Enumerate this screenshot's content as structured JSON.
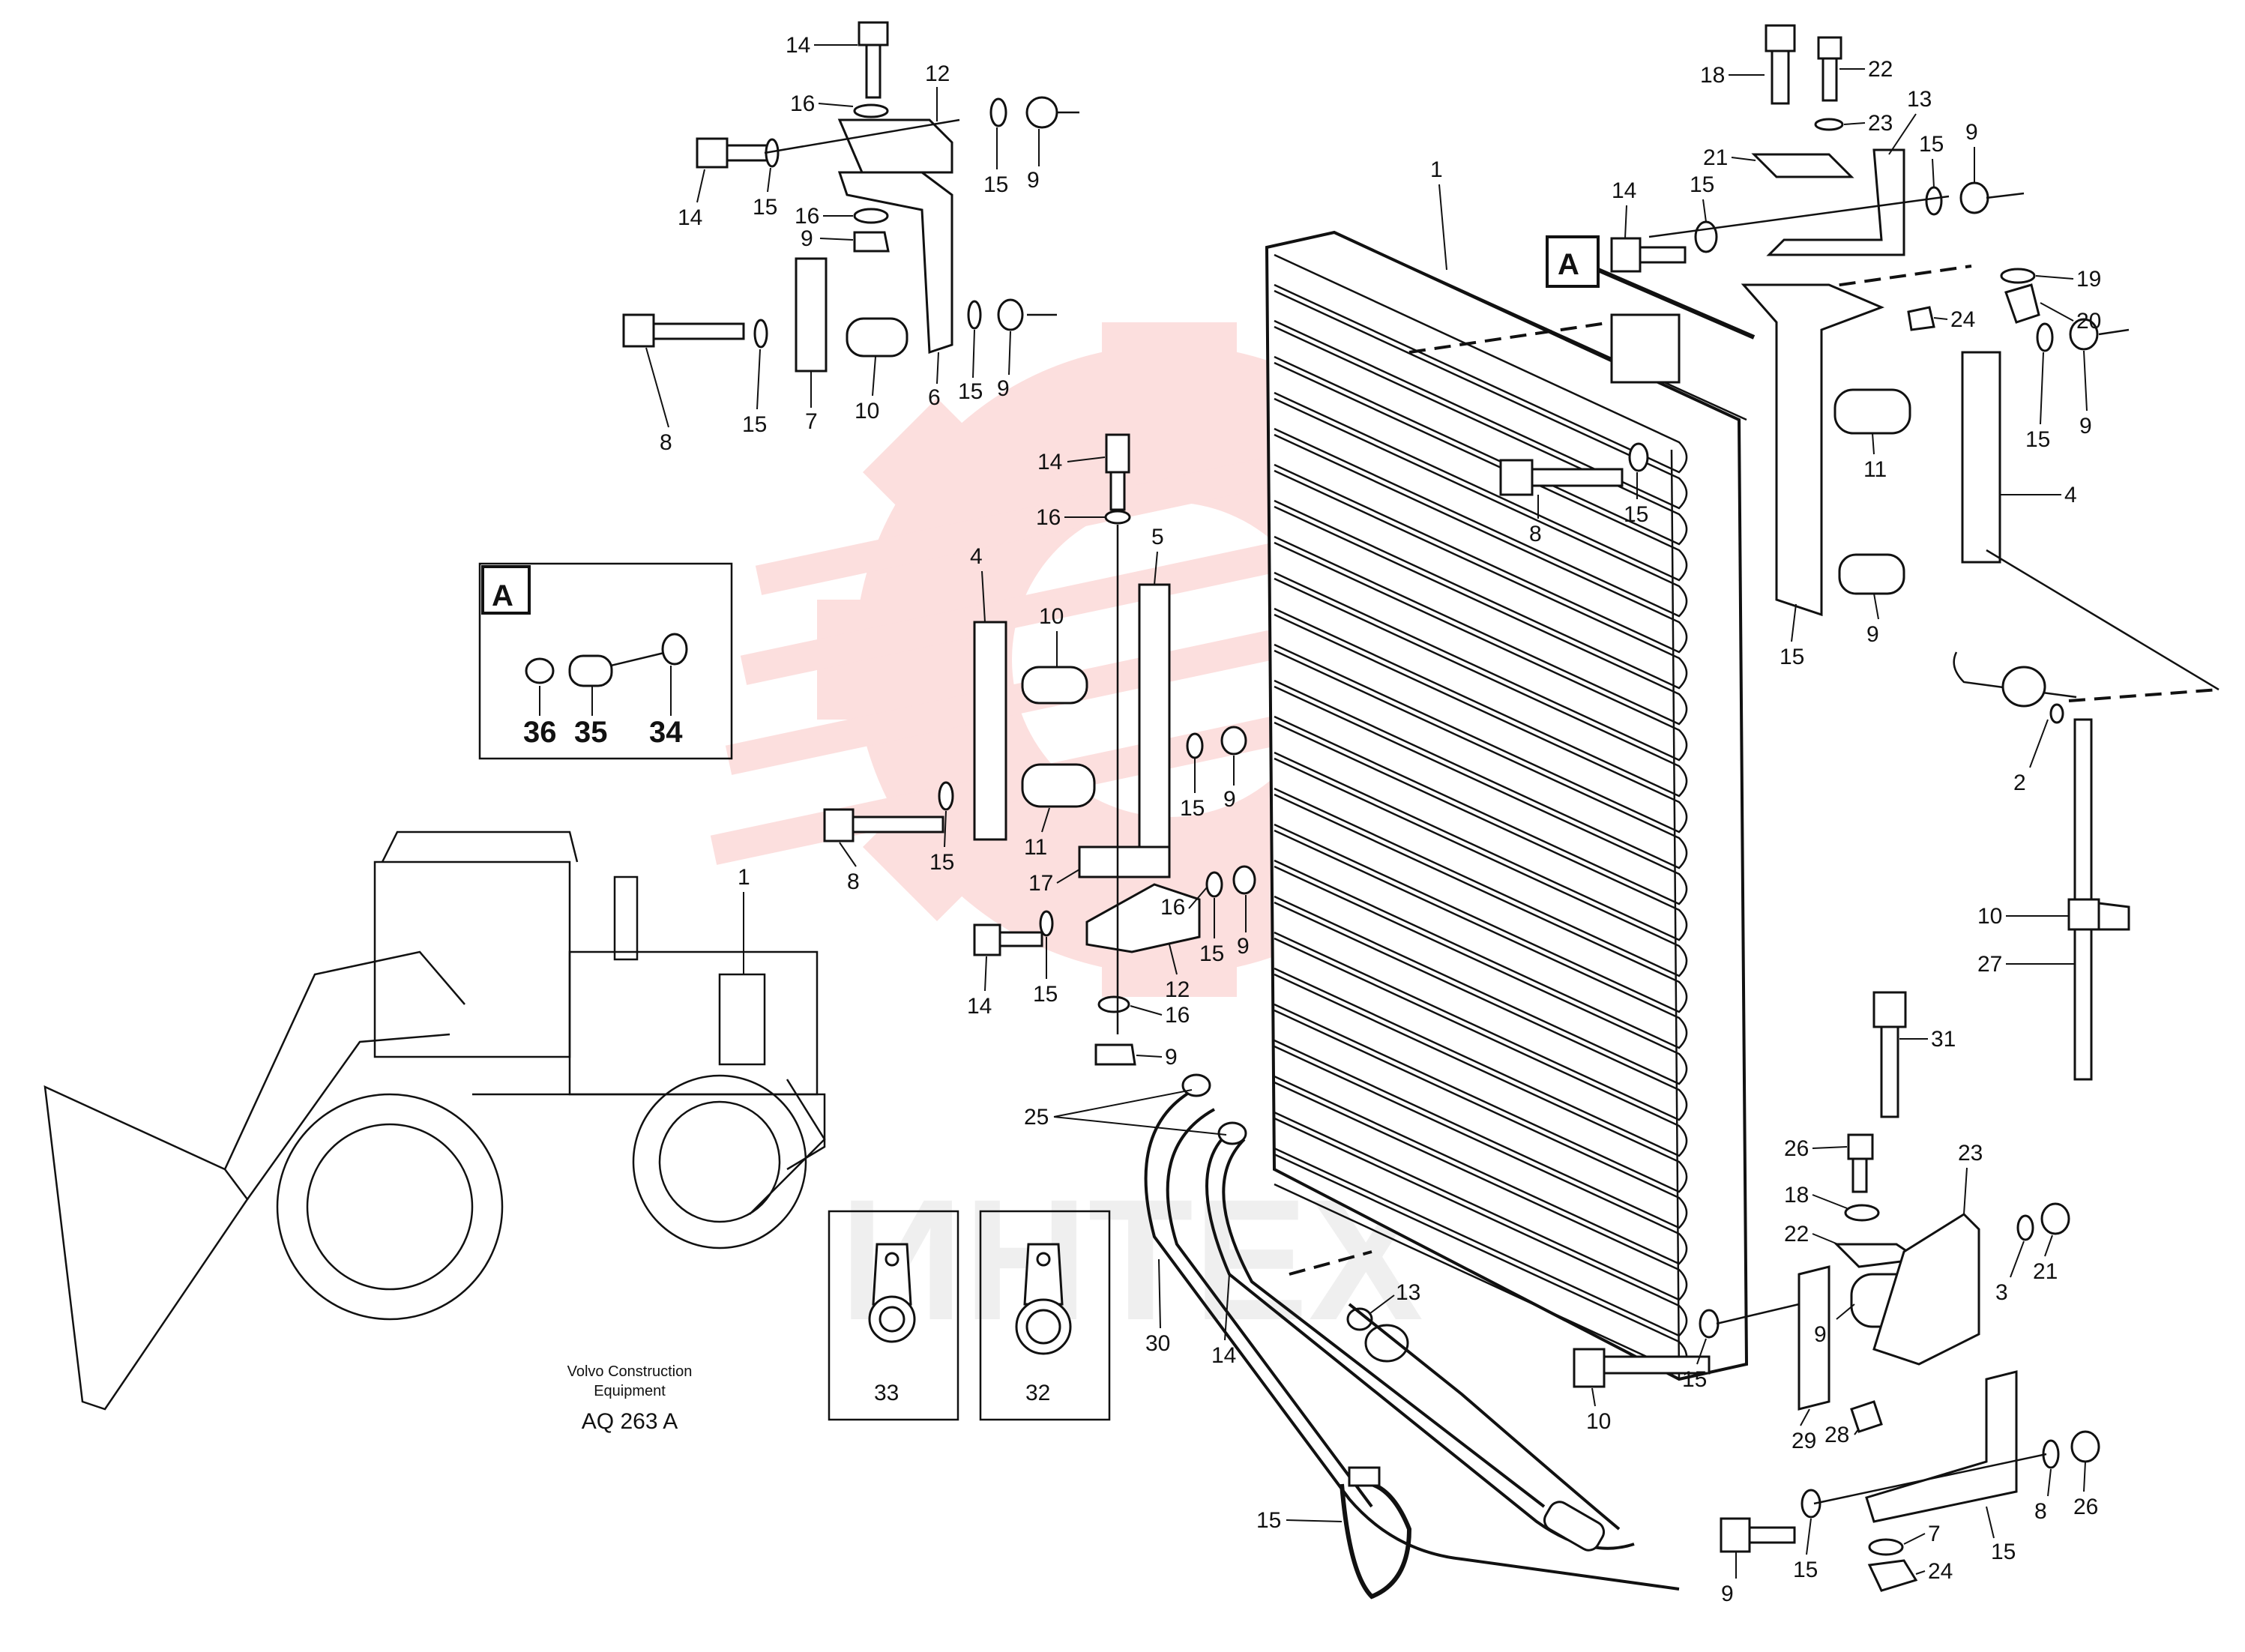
{
  "colors": {
    "line": "#111111",
    "watermark_red": "#e8322d",
    "watermark_grey": "#9a9a9a",
    "background": "#ffffff"
  },
  "view_tag": "A",
  "inset_a": {
    "label": "A",
    "parts": [
      "36",
      "35",
      "34"
    ]
  },
  "caption": {
    "line1": "Volvo Construction",
    "line2": "Equipment",
    "code": "AQ 263 A"
  },
  "watermark_text": "ИНТЕХ",
  "boxes": [
    {
      "number": "33"
    },
    {
      "number": "32"
    }
  ],
  "callouts": {
    "c1": "14",
    "c2": "16",
    "c3": "12",
    "c4": "15",
    "c5": "9",
    "c6": "14",
    "c7": "15",
    "c8": "16",
    "c9": "9",
    "c10": "8",
    "c11": "15",
    "c12": "7",
    "c13": "10",
    "c14": "6",
    "c15": "15",
    "c16": "9",
    "c17": "14",
    "c18": "16",
    "c19": "4",
    "c20": "10",
    "c21": "5",
    "c22": "15",
    "c23": "9",
    "c24": "8",
    "c25": "15",
    "c26": "11",
    "c27": "17",
    "c28": "16",
    "c29": "15",
    "c30": "9",
    "c31": "14",
    "c32": "15",
    "c33": "12",
    "c34": "16",
    "c35": "9",
    "c36": "25",
    "c37": "1",
    "c38": "1",
    "c39": "18",
    "c40": "22",
    "c41": "23",
    "c42": "13",
    "c43": "21",
    "c44": "15",
    "c45": "9",
    "c46": "14",
    "c47": "15",
    "c48": "19",
    "c49": "24",
    "c50": "20",
    "c51": "9",
    "c52": "15",
    "c53": "15",
    "c54": "8",
    "c55": "11",
    "c56": "4",
    "c57": "15",
    "c58": "9",
    "c59": "2",
    "c60": "10",
    "c61": "27",
    "c62": "31",
    "c63": "26",
    "c64": "18",
    "c65": "22",
    "c66": "23",
    "c67": "21",
    "c68": "3",
    "c69": "9",
    "c70": "15",
    "c71": "10",
    "c72": "29",
    "c73": "28",
    "c74": "26",
    "c75": "8",
    "c76": "15",
    "c77": "7",
    "c78": "24",
    "c79": "9",
    "c80": "15",
    "c81": "13",
    "c82": "30",
    "c83": "14",
    "c84": "15",
    "c85": "19",
    "c86": "20"
  }
}
